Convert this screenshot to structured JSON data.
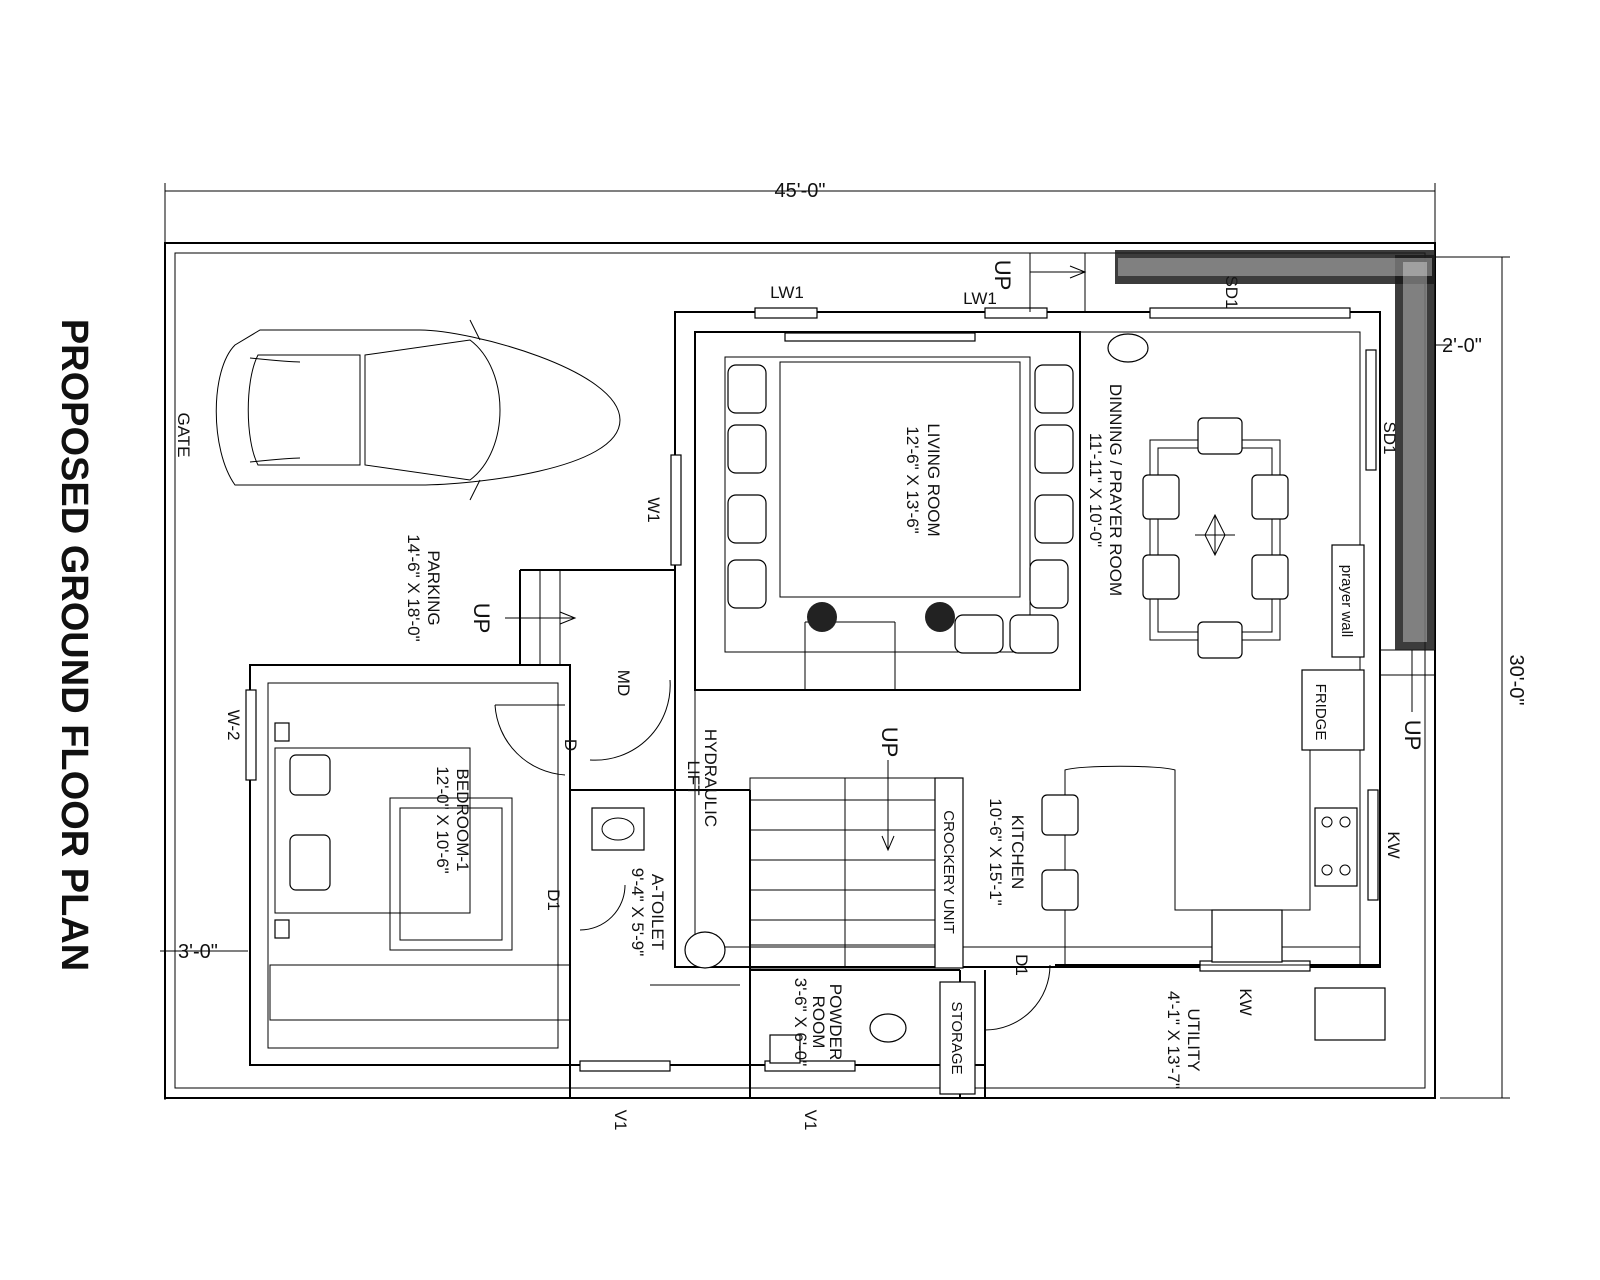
{
  "title": "PROPOSED GROUND FLOOR PLAN",
  "dimensions": {
    "width": "45'-0\"",
    "depth": "30'-0\"",
    "setback_right": "2'-0\"",
    "setback_left": "3'-0\""
  },
  "rooms": {
    "parking": {
      "name": "PARKING",
      "size": "14'-6\" X 18'-0\""
    },
    "living": {
      "name": "LIVING ROOM",
      "size": "12'-6\" X 13'-6\""
    },
    "dining": {
      "name": "DINNING / PRAYER ROOM",
      "size": "11'-11\" X 10'-0\""
    },
    "bedroom": {
      "name": "BEDROOM-1",
      "size": "12'-0\" X 10'-6\""
    },
    "toilet": {
      "name": "A-TOILET",
      "size": "9'-4\" X 5'-9\""
    },
    "kitchen": {
      "name": "KITCHEN",
      "size": "10'-6\" X 15'-1\""
    },
    "powder": {
      "name1": "POWDER",
      "name2": "ROOM",
      "size": "3'-6\" X 6'-0\""
    },
    "utility": {
      "name": "UTILITY",
      "size": "4'-1\" X 13'-7\""
    }
  },
  "labels": {
    "gate": "GATE",
    "lw1a": "LW1",
    "lw1b": "LW1",
    "w1": "W1",
    "w2": "W-2",
    "md": "MD",
    "d": "D",
    "d1a": "D1",
    "d1b": "D1",
    "sd1a": "SD1",
    "sd1b": "SD1",
    "kw1": "KW",
    "kw2": "KW",
    "v1a": "V1",
    "v1b": "V1",
    "up1": "UP",
    "up2": "UP",
    "up3": "UP",
    "up4": "UP",
    "hydraulic1": "HYDRAULIC",
    "hydraulic2": "LIFT",
    "crockery": "CROCKERY UNIT",
    "storage": "STORAGE",
    "fridge": "FRIDGE",
    "prayer_wall": "prayer wall"
  }
}
